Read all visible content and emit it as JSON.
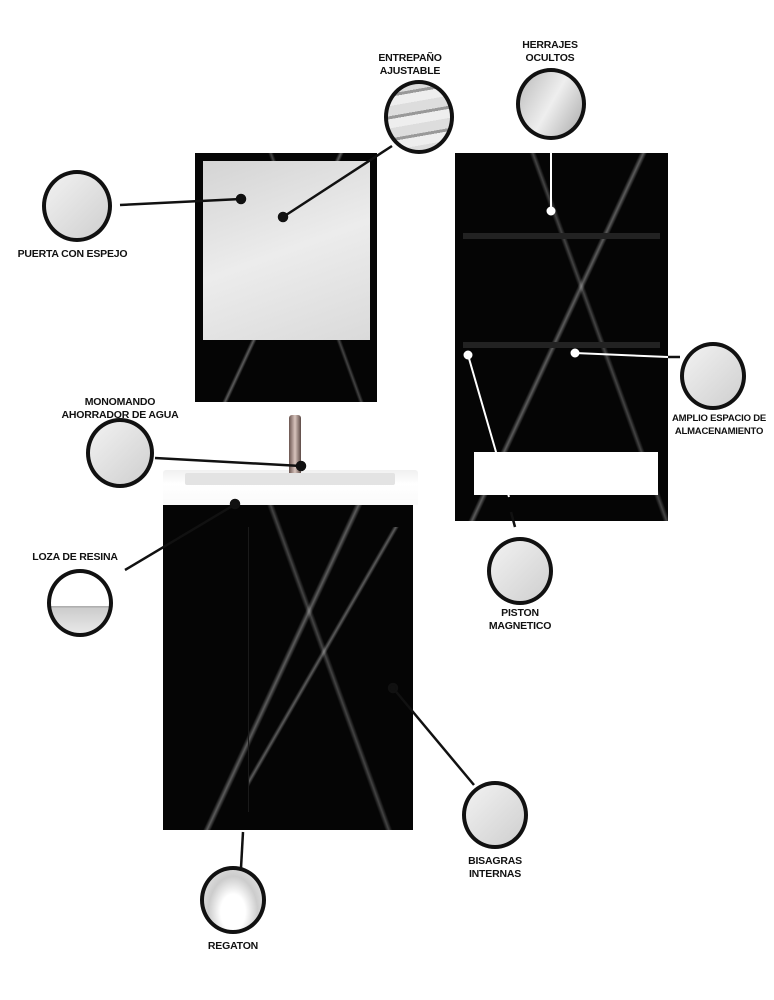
{
  "title": "Mueble de baño con lavabo, botiquín con espejo y gabinete alto",
  "colors": {
    "cabinet": "#050505",
    "mirror": "#dcdcdc",
    "sink": "#ffffff",
    "callout": "#111111"
  },
  "features": [
    {
      "id": "mirror",
      "label": "PUERTA CON ESPEJO"
    },
    {
      "id": "shelf",
      "label_line1": "ENTREPAÑO",
      "label_line2": "AJUSTABLE"
    },
    {
      "id": "hardware",
      "label_line1": "HERRAJES",
      "label_line2": "OCULTOS"
    },
    {
      "id": "storage",
      "label_line1": "AMPLIO ESPACIO DE",
      "label_line2": "ALMACENAMIENTO"
    },
    {
      "id": "faucet",
      "label_line1": "MONOMANDO",
      "label_line2": "AHORRADOR DE AGUA"
    },
    {
      "id": "sink",
      "label": "LOZA DE RESINA"
    },
    {
      "id": "piston",
      "label_line1": "PISTON",
      "label_line2": "MAGNETICO"
    },
    {
      "id": "hinges",
      "label_line1": "BISAGRAS",
      "label_line2": "INTERNAS"
    },
    {
      "id": "foot",
      "label": "REGATON"
    }
  ]
}
